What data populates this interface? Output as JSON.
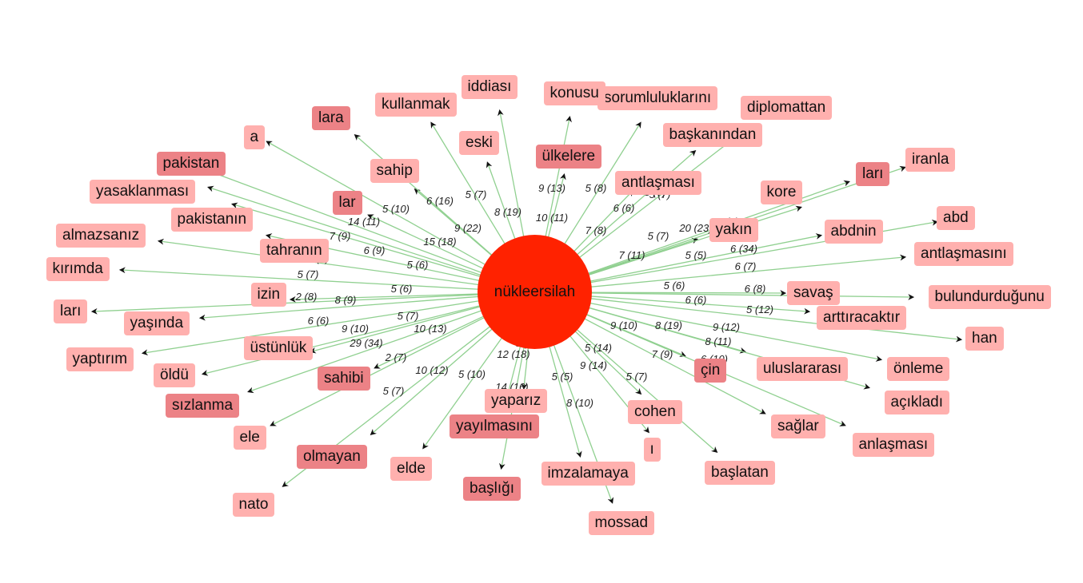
{
  "center": {
    "label": "nükleersilah",
    "color": "#ff2200"
  },
  "colors": {
    "node": "#ffb0ae",
    "node_dark": "#ec8286",
    "edge": "#90d090",
    "arrow": "#111111"
  },
  "nodes": [
    {
      "id": "a",
      "label": "a"
    },
    {
      "id": "pakistan",
      "label": "pakistan",
      "dark": true
    },
    {
      "id": "yasaklanmasi",
      "label": "yasaklanması"
    },
    {
      "id": "pakistanin",
      "label": "pakistanın"
    },
    {
      "id": "almazsaniz",
      "label": "almazsanız"
    },
    {
      "id": "kirimda",
      "label": "kırımda"
    },
    {
      "id": "lari_left",
      "label": "ları"
    },
    {
      "id": "yasinda",
      "label": "yaşında"
    },
    {
      "id": "yaptirim",
      "label": "yaptırım"
    },
    {
      "id": "oldu",
      "label": "öldü"
    },
    {
      "id": "sizlanma",
      "label": "sızlanma",
      "dark": true
    },
    {
      "id": "ele",
      "label": "ele"
    },
    {
      "id": "nato",
      "label": "nato"
    },
    {
      "id": "olmayan",
      "label": "olmayan",
      "dark": true
    },
    {
      "id": "elde",
      "label": "elde"
    },
    {
      "id": "basligi",
      "label": "başlığı",
      "dark": true
    },
    {
      "id": "yayilmasini",
      "label": "yayılmasını",
      "dark": true
    },
    {
      "id": "yapariz",
      "label": "yaparız"
    },
    {
      "id": "imzalamaya",
      "label": "imzalamaya"
    },
    {
      "id": "mossad",
      "label": "mossad"
    },
    {
      "id": "i",
      "label": "ı"
    },
    {
      "id": "cohen",
      "label": "cohen"
    },
    {
      "id": "baslatan",
      "label": "başlatan"
    },
    {
      "id": "cin",
      "label": "çin",
      "dark": true
    },
    {
      "id": "uluslararasi",
      "label": "uluslararası"
    },
    {
      "id": "saglar",
      "label": "sağlar"
    },
    {
      "id": "anlasmasi",
      "label": "anlaşması"
    },
    {
      "id": "acikladi",
      "label": "açıkladı"
    },
    {
      "id": "onleme",
      "label": "önleme"
    },
    {
      "id": "han",
      "label": "han"
    },
    {
      "id": "bulundurdugunu",
      "label": "bulundurduğunu"
    },
    {
      "id": "arttiracaktir",
      "label": "arttıracaktır"
    },
    {
      "id": "savas",
      "label": "savaş"
    },
    {
      "id": "antlasmasini",
      "label": "antlaşmasını"
    },
    {
      "id": "abd",
      "label": "abd"
    },
    {
      "id": "abdnin",
      "label": "abdnin"
    },
    {
      "id": "yakin",
      "label": "yakın"
    },
    {
      "id": "kore",
      "label": "kore"
    },
    {
      "id": "lari_right",
      "label": "ları",
      "dark": true
    },
    {
      "id": "iranla",
      "label": "iranla"
    },
    {
      "id": "diplomattan",
      "label": "diplomattan"
    },
    {
      "id": "baskanindan",
      "label": "başkanından"
    },
    {
      "id": "sorumluluklarini",
      "label": "sorumluluklarını"
    },
    {
      "id": "antlasmasi",
      "label": "antlaşması"
    },
    {
      "id": "konusu",
      "label": "konusu"
    },
    {
      "id": "ulkelere",
      "label": "ülkelere",
      "dark": true
    },
    {
      "id": "iddiasi",
      "label": "iddiası"
    },
    {
      "id": "eski",
      "label": "eski"
    },
    {
      "id": "kullanmak",
      "label": "kullanmak"
    },
    {
      "id": "sahip",
      "label": "sahip"
    },
    {
      "id": "lara",
      "label": "lara",
      "dark": true
    },
    {
      "id": "lar",
      "label": "lar",
      "dark": true
    },
    {
      "id": "tahranin",
      "label": "tahranın"
    },
    {
      "id": "izin",
      "label": "izin"
    },
    {
      "id": "ustunluk",
      "label": "üstünlük"
    },
    {
      "id": "sahibi",
      "label": "sahibi",
      "dark": true
    }
  ],
  "edge_labels": [
    "5 (7)",
    "9 (22)",
    "8 (19)",
    "10 (11)",
    "9 (13)",
    "5 (8)",
    "6 (6)",
    "5 (7)",
    "7 (8)",
    "6 (16)",
    "5 (10)",
    "14 (11)",
    "15 (18)",
    "7 (9)",
    "5 (8)",
    "6 (9)",
    "5 (6)",
    "5 (7)",
    "5 (6)",
    "2 (8)",
    "8 (9)",
    "5 (7)",
    "6 (6)",
    "9 (10)",
    "10 (13)",
    "29 (34)",
    "2 (7)",
    "10 (12)",
    "5 (10)",
    "5 (7)",
    "12 (18)",
    "6 (8)",
    "14 (16)",
    "5 (5)",
    "8 (10)",
    "5 (14)",
    "9 (14)",
    "9 (10)",
    "8 (19)",
    "7 (9)",
    "5 (7)",
    "9 (12)",
    "8 (11)",
    "6 (10)",
    "5 (7)",
    "20 (23)",
    "5 (7)",
    "7 (11)",
    "5 (5)",
    "6 (34)",
    "6 (7)",
    "5 (6)",
    "6 (8)",
    "6 (6)",
    "5 (12)",
    "5 (7)"
  ]
}
